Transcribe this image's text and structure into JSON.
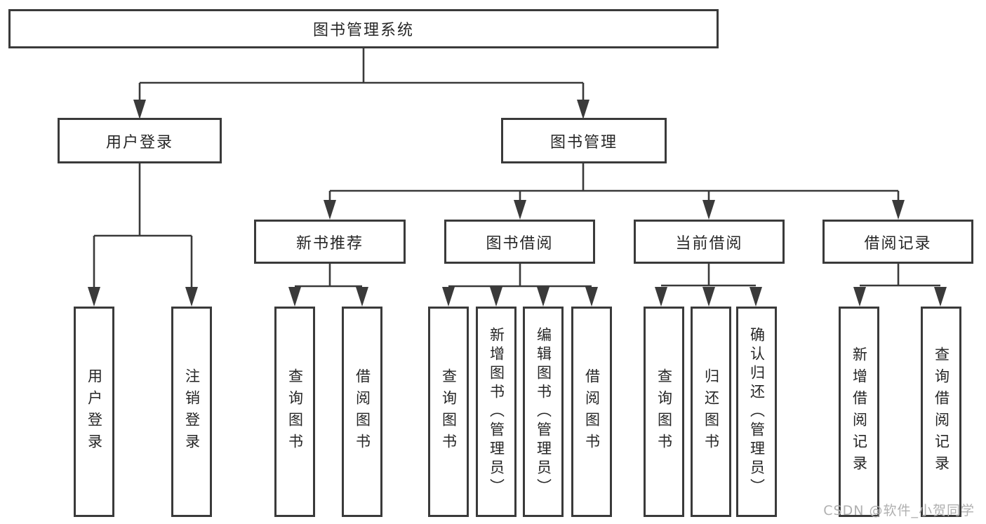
{
  "tree": {
    "root": "图书管理系统",
    "children": [
      {
        "label": "用户登录",
        "children": [
          "用户登录",
          "注销登录"
        ]
      },
      {
        "label": "图书管理",
        "children": [
          {
            "label": "新书推荐",
            "children": [
              "查询图书",
              "借阅图书"
            ]
          },
          {
            "label": "图书借阅",
            "children": [
              "查询图书",
              "新增图书（管理员）",
              "编辑图书（管理员）",
              "借阅图书"
            ]
          },
          {
            "label": "当前借阅",
            "children": [
              "查询图书",
              "归还图书",
              "确认归还（管理员）"
            ]
          },
          {
            "label": "借阅记录",
            "children": [
              "新增借阅记录",
              "查询借阅记录"
            ]
          }
        ]
      }
    ]
  },
  "watermark": {
    "text": "CSDN @软件_小贺同学"
  },
  "colors": {
    "line": "#3a3a3a",
    "text": "#262626",
    "watermark": "#b0b0b0",
    "background": "#ffffff"
  }
}
